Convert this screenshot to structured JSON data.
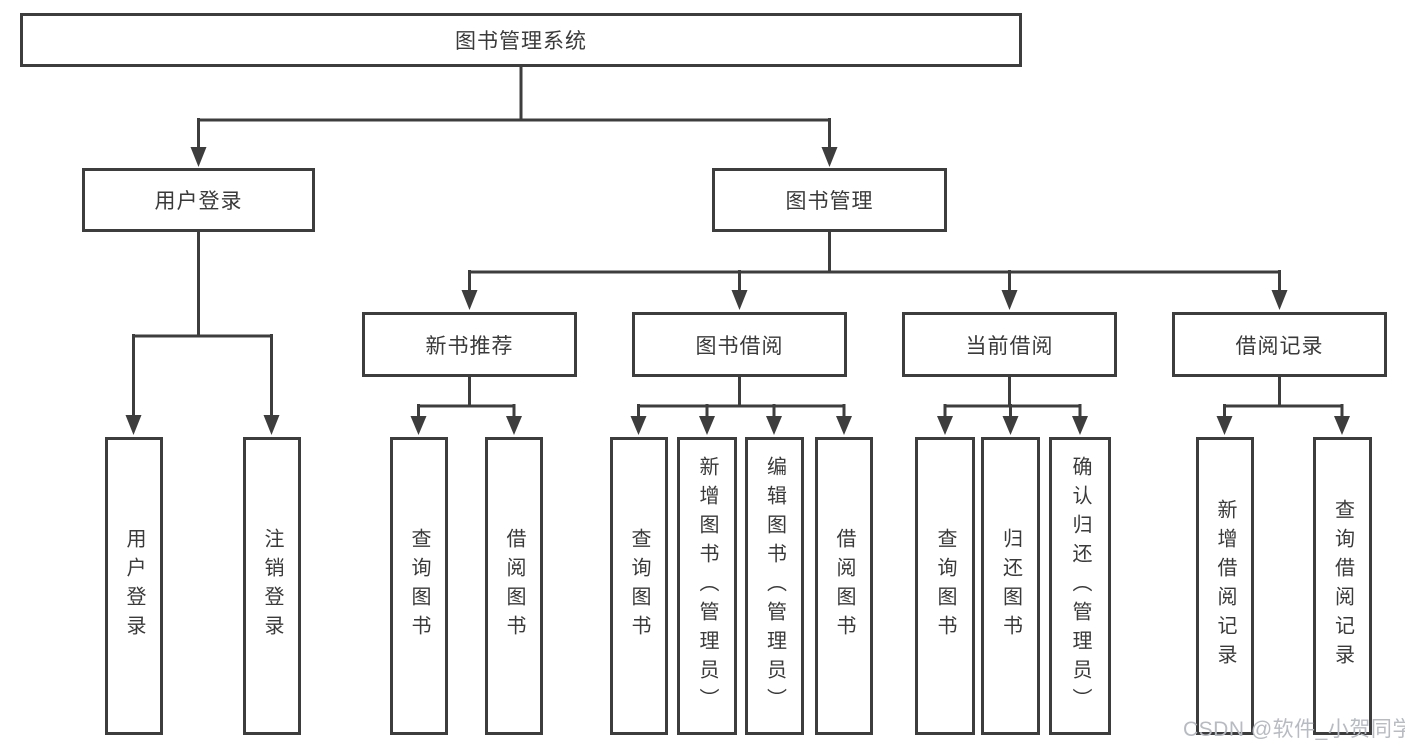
{
  "diagram": {
    "root": {
      "label": "图书管理系统"
    },
    "branches": [
      {
        "label": "用户登录",
        "children": [
          {
            "label": "用户登录"
          },
          {
            "label": "注销登录"
          }
        ]
      },
      {
        "label": "图书管理",
        "children": [
          {
            "label": "新书推荐",
            "children": [
              {
                "label": "查询图书"
              },
              {
                "label": "借阅图书"
              }
            ]
          },
          {
            "label": "图书借阅",
            "children": [
              {
                "label": "查询图书"
              },
              {
                "label": "新增图书（管理员）"
              },
              {
                "label": "编辑图书（管理员）"
              },
              {
                "label": "借阅图书"
              }
            ]
          },
          {
            "label": "当前借阅",
            "children": [
              {
                "label": "查询图书"
              },
              {
                "label": "归还图书"
              },
              {
                "label": "确认归还（管理员）"
              }
            ]
          },
          {
            "label": "借阅记录",
            "children": [
              {
                "label": "新增借阅记录"
              },
              {
                "label": "查询借阅记录"
              }
            ]
          }
        ]
      }
    ]
  },
  "watermark": {
    "text": "CSDN @软件_小贺同学"
  },
  "colors": {
    "line": "#3d3d3d",
    "text": "#3a3a3a",
    "watermark": "#b7bbc2",
    "background": "#ffffff"
  }
}
